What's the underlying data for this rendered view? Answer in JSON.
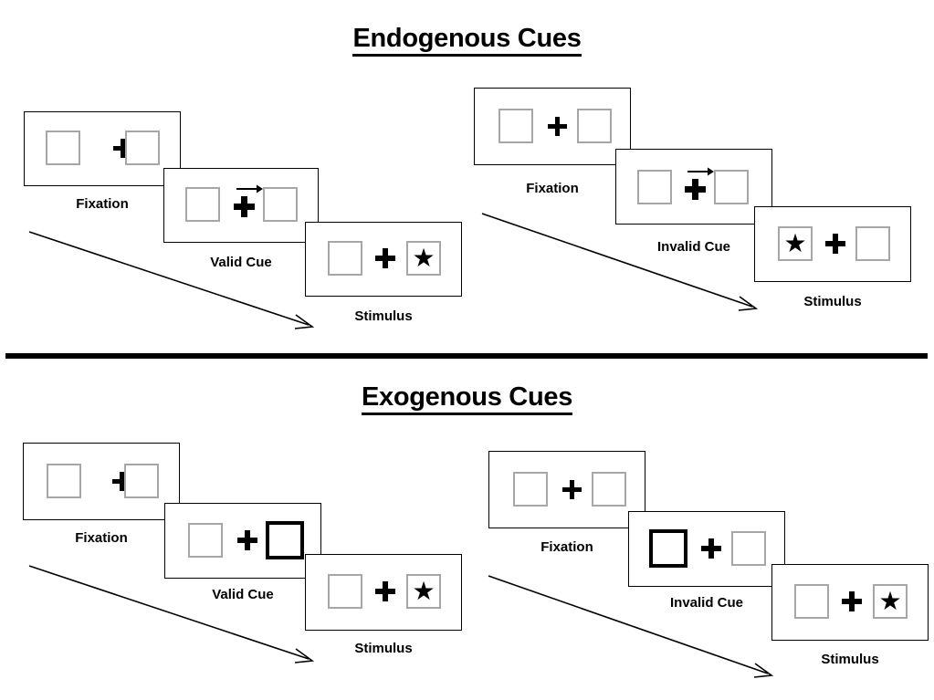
{
  "figure": {
    "title_top": "Endogenous Cues",
    "title_bottom": "Exogenous Cues",
    "glyphs": {
      "star": "★",
      "plus": "plus-fixation-cross",
      "cue_arrow": "right-arrow-cue",
      "time_arrow": "diagonal-time-arrow"
    },
    "colors": {
      "ink": "#000000",
      "panel_border": "#000000",
      "placeholder_box": "#a6a6a6",
      "background": "#ffffff"
    }
  },
  "sections": [
    {
      "id": "endogenous",
      "title": "Endogenous Cues",
      "sequences": [
        {
          "id": "endogenous-valid",
          "validity": "valid",
          "frames": [
            {
              "caption": "Fixation",
              "left_box": "empty",
              "right_box": "empty",
              "cue": "none",
              "target": "none"
            },
            {
              "caption": "Valid Cue",
              "left_box": "empty",
              "right_box": "empty",
              "cue": "arrow-right",
              "target": "none"
            },
            {
              "caption": "Stimulus",
              "left_box": "empty",
              "right_box": "star",
              "cue": "none",
              "target": "right"
            }
          ]
        },
        {
          "id": "endogenous-invalid",
          "validity": "invalid",
          "frames": [
            {
              "caption": "Fixation",
              "left_box": "empty",
              "right_box": "empty",
              "cue": "none",
              "target": "none"
            },
            {
              "caption": "Invalid Cue",
              "left_box": "empty",
              "right_box": "empty",
              "cue": "arrow-right",
              "target": "none"
            },
            {
              "caption": "Stimulus",
              "left_box": "star",
              "right_box": "empty",
              "cue": "none",
              "target": "left"
            }
          ]
        }
      ]
    },
    {
      "id": "exogenous",
      "title": "Exogenous Cues",
      "sequences": [
        {
          "id": "exogenous-valid",
          "validity": "valid",
          "frames": [
            {
              "caption": "Fixation",
              "left_box": "empty",
              "right_box": "empty",
              "cue": "none",
              "target": "none"
            },
            {
              "caption": "Valid Cue",
              "left_box": "empty",
              "right_box": "highlight",
              "cue": "box-flash-right",
              "target": "none"
            },
            {
              "caption": "Stimulus",
              "left_box": "empty",
              "right_box": "star",
              "cue": "none",
              "target": "right"
            }
          ]
        },
        {
          "id": "exogenous-invalid",
          "validity": "invalid",
          "frames": [
            {
              "caption": "Fixation",
              "left_box": "empty",
              "right_box": "empty",
              "cue": "none",
              "target": "none"
            },
            {
              "caption": "Invalid Cue",
              "left_box": "highlight",
              "right_box": "empty",
              "cue": "box-flash-left",
              "target": "none"
            },
            {
              "caption": "Stimulus",
              "left_box": "empty",
              "right_box": "star",
              "cue": "none",
              "target": "right"
            }
          ]
        }
      ]
    }
  ]
}
